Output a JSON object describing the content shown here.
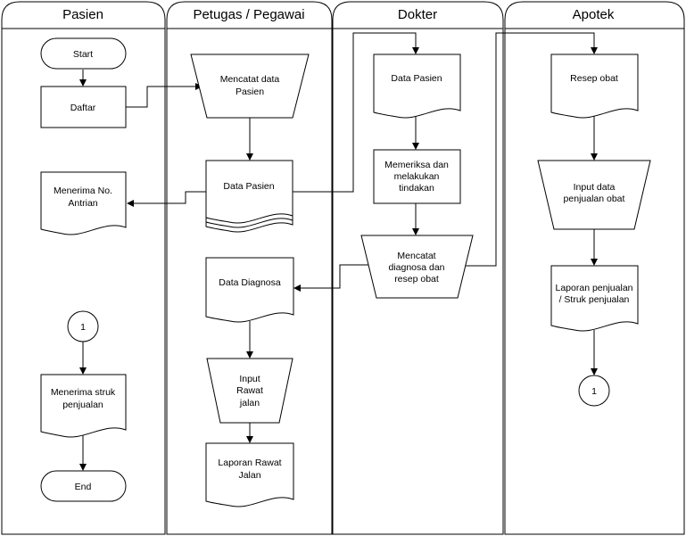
{
  "lanes": {
    "pasien": "Pasien",
    "petugas": "Petugas / Pegawai",
    "dokter": "Dokter",
    "apotek": "Apotek"
  },
  "nodes": {
    "start": "Start",
    "daftar": "Daftar",
    "menerima_antrian": [
      "Menerima No.",
      "Antrian"
    ],
    "connector_in": "1",
    "menerima_struk": [
      "Menerima struk",
      "penjualan"
    ],
    "end": "End",
    "mencatat_data_pasien": [
      "Mencatat data",
      "Pasien"
    ],
    "data_pasien_petugas": "Data Pasien",
    "data_diagnosa": "Data Diagnosa",
    "input_rawat_jalan": [
      "Input",
      "Rawat",
      "jalan"
    ],
    "laporan_rawat_jalan": [
      "Laporan Rawat",
      "Jalan"
    ],
    "data_pasien_dokter": "Data Pasien",
    "memeriksa": [
      "Memeriksa dan",
      "melakukan",
      "tindakan"
    ],
    "mencatat_diagnosa": [
      "Mencatat",
      "diagnosa dan",
      "resep obat"
    ],
    "resep_obat": "Resep obat",
    "input_penjualan": [
      "Input data",
      "penjualan obat"
    ],
    "laporan_penjualan": [
      "Laporan penjualan",
      "/ Struk penjualan"
    ],
    "connector_out": "1"
  }
}
